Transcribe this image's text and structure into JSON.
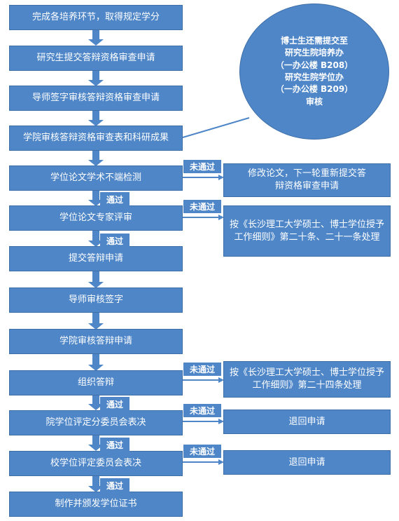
{
  "steps": [
    "完成各培养环节，取得规定学分",
    "研究生提交答辩资格审查申请",
    "导师签字审核答辩资格审查申请",
    "学院审核答辩资格审查表和科研成果",
    "学位论文学术不端检测",
    "学位论文专家评审",
    "提交答辩申请",
    "导师审核签字",
    "学院审核答辩申请",
    "组织答辩",
    "院学位评定分委员会表决",
    "校学位评定委员会表决",
    "制作并颁发学位证书"
  ],
  "note": {
    "lines": [
      "博士生还需提交至",
      "研究生院培养办",
      "（一办公楼 B208）",
      "研究生院学位办",
      "（一办公楼 B209）",
      "审核"
    ]
  },
  "outcomes": {
    "revise": "修改论文，下一轮重新提交答辩资格审查申请",
    "review_fail": "按《长沙理工大学硕士、博士学位授予工作细则》第二十条、二十一条处理",
    "defense_fail": "按《长沙理工大学硕士、博士学位授予工作细则》第二十四条处理",
    "return_college": "退回申请",
    "return_school": "退回申请"
  },
  "labels": {
    "pass": "通过",
    "fail": "未通过"
  },
  "colors": {
    "box_fill": "#4e86c8",
    "box_border": "#3f6fa8",
    "arrow": "#4e86c8",
    "text": "#ffffff"
  }
}
